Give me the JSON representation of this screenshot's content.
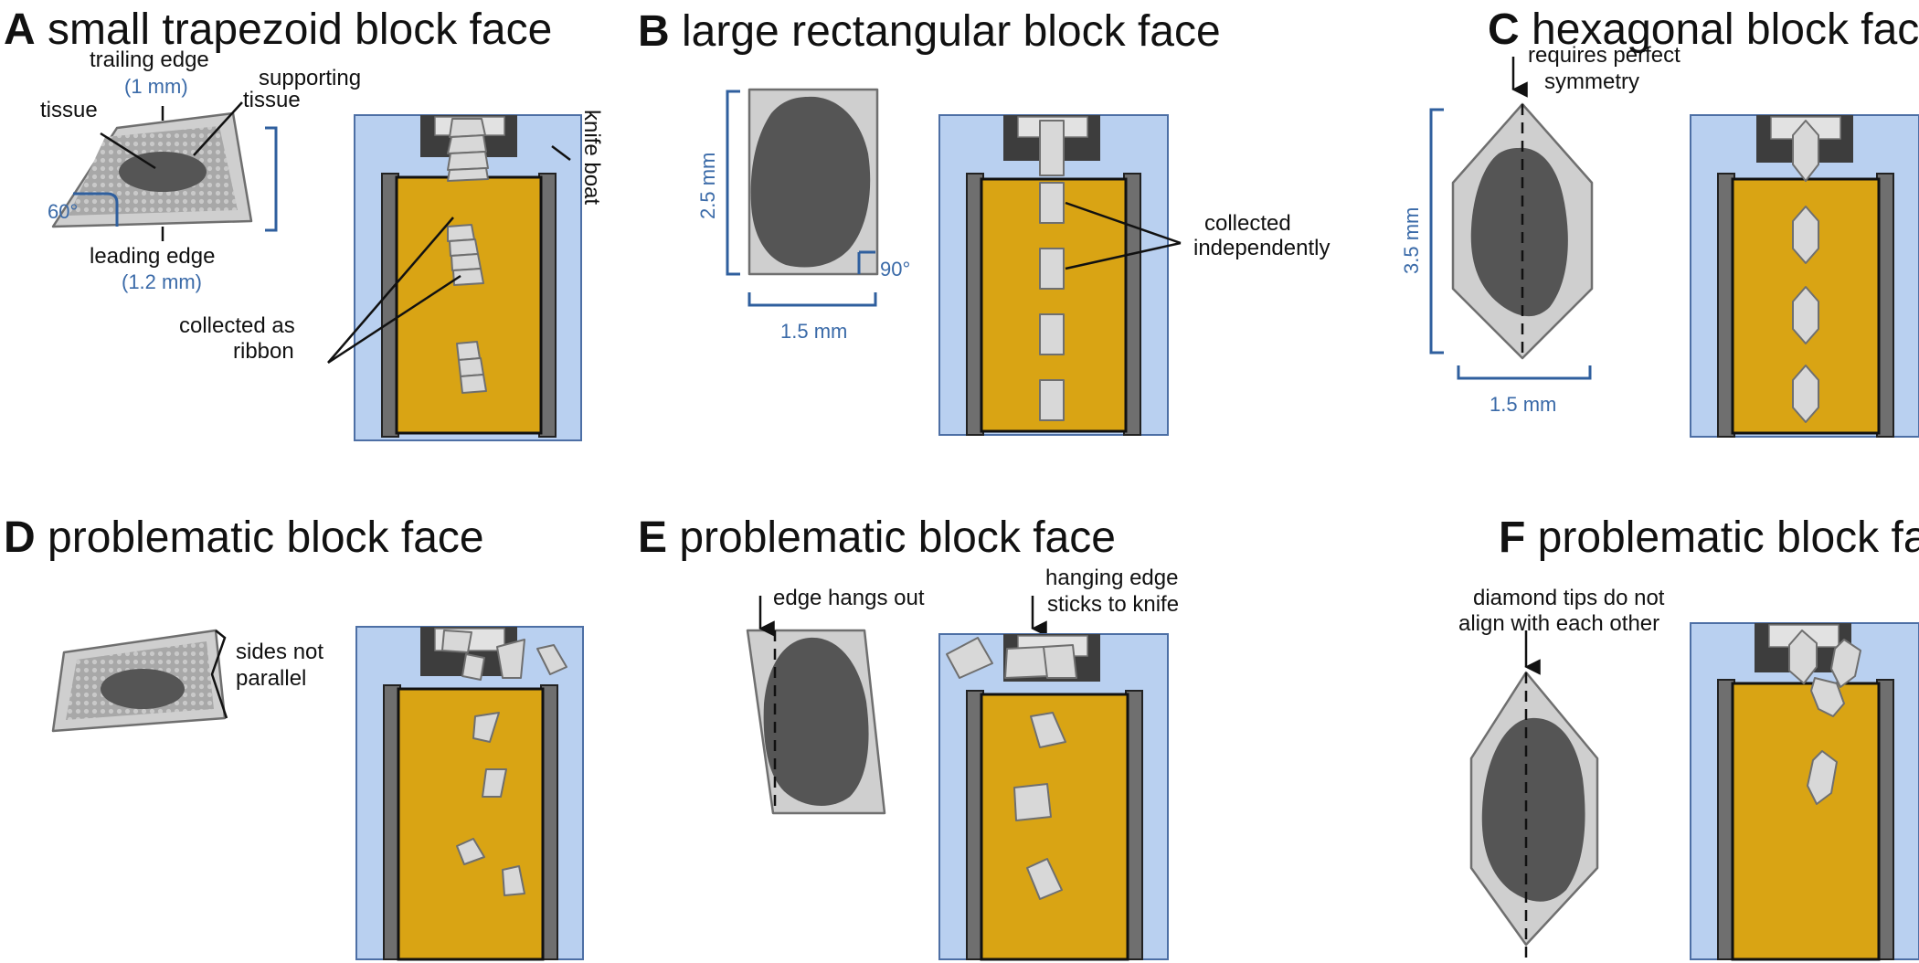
{
  "panels": {
    "a": {
      "letter": "A",
      "title": "small trapezoid block face",
      "trailing_edge": "trailing edge",
      "trailing_dim": "(1 mm)",
      "supporting_1": "supporting",
      "supporting_2": "tissue",
      "tissue": "tissue",
      "angle": "60°",
      "leading_edge": "leading edge",
      "leading_dim": "(1.2 mm)",
      "collected_1": "collected as",
      "collected_2": "ribbon",
      "knife_boat": "knife boat"
    },
    "b": {
      "letter": "B",
      "title": "large rectangular block face",
      "height_dim": "2.5 mm",
      "angle": "90°",
      "width_dim": "1.5 mm",
      "collected_1": "collected",
      "collected_2": "independently"
    },
    "c": {
      "letter": "C",
      "title": "hexagonal block face",
      "note_1": "requires perfect",
      "note_2": "symmetry",
      "height_dim": "3.5 mm",
      "width_dim": "1.5 mm"
    },
    "d": {
      "letter": "D",
      "title": "problematic block face",
      "note_1": "sides not",
      "note_2": "parallel"
    },
    "e": {
      "letter": "E",
      "title": "problematic block face",
      "note_left": "edge hangs out",
      "note_right_1": "hanging edge",
      "note_right_2": "sticks to knife"
    },
    "f": {
      "letter": "F",
      "title": "problematic block face",
      "note_1": "diamond tips do not",
      "note_2": "align with each other"
    }
  },
  "colors": {
    "knife_boat_water": "#b9d0f0",
    "belt": "#d9a414",
    "section": "#d8d8d8",
    "tissue": "#555555",
    "dimension": "#3a6aa8"
  }
}
